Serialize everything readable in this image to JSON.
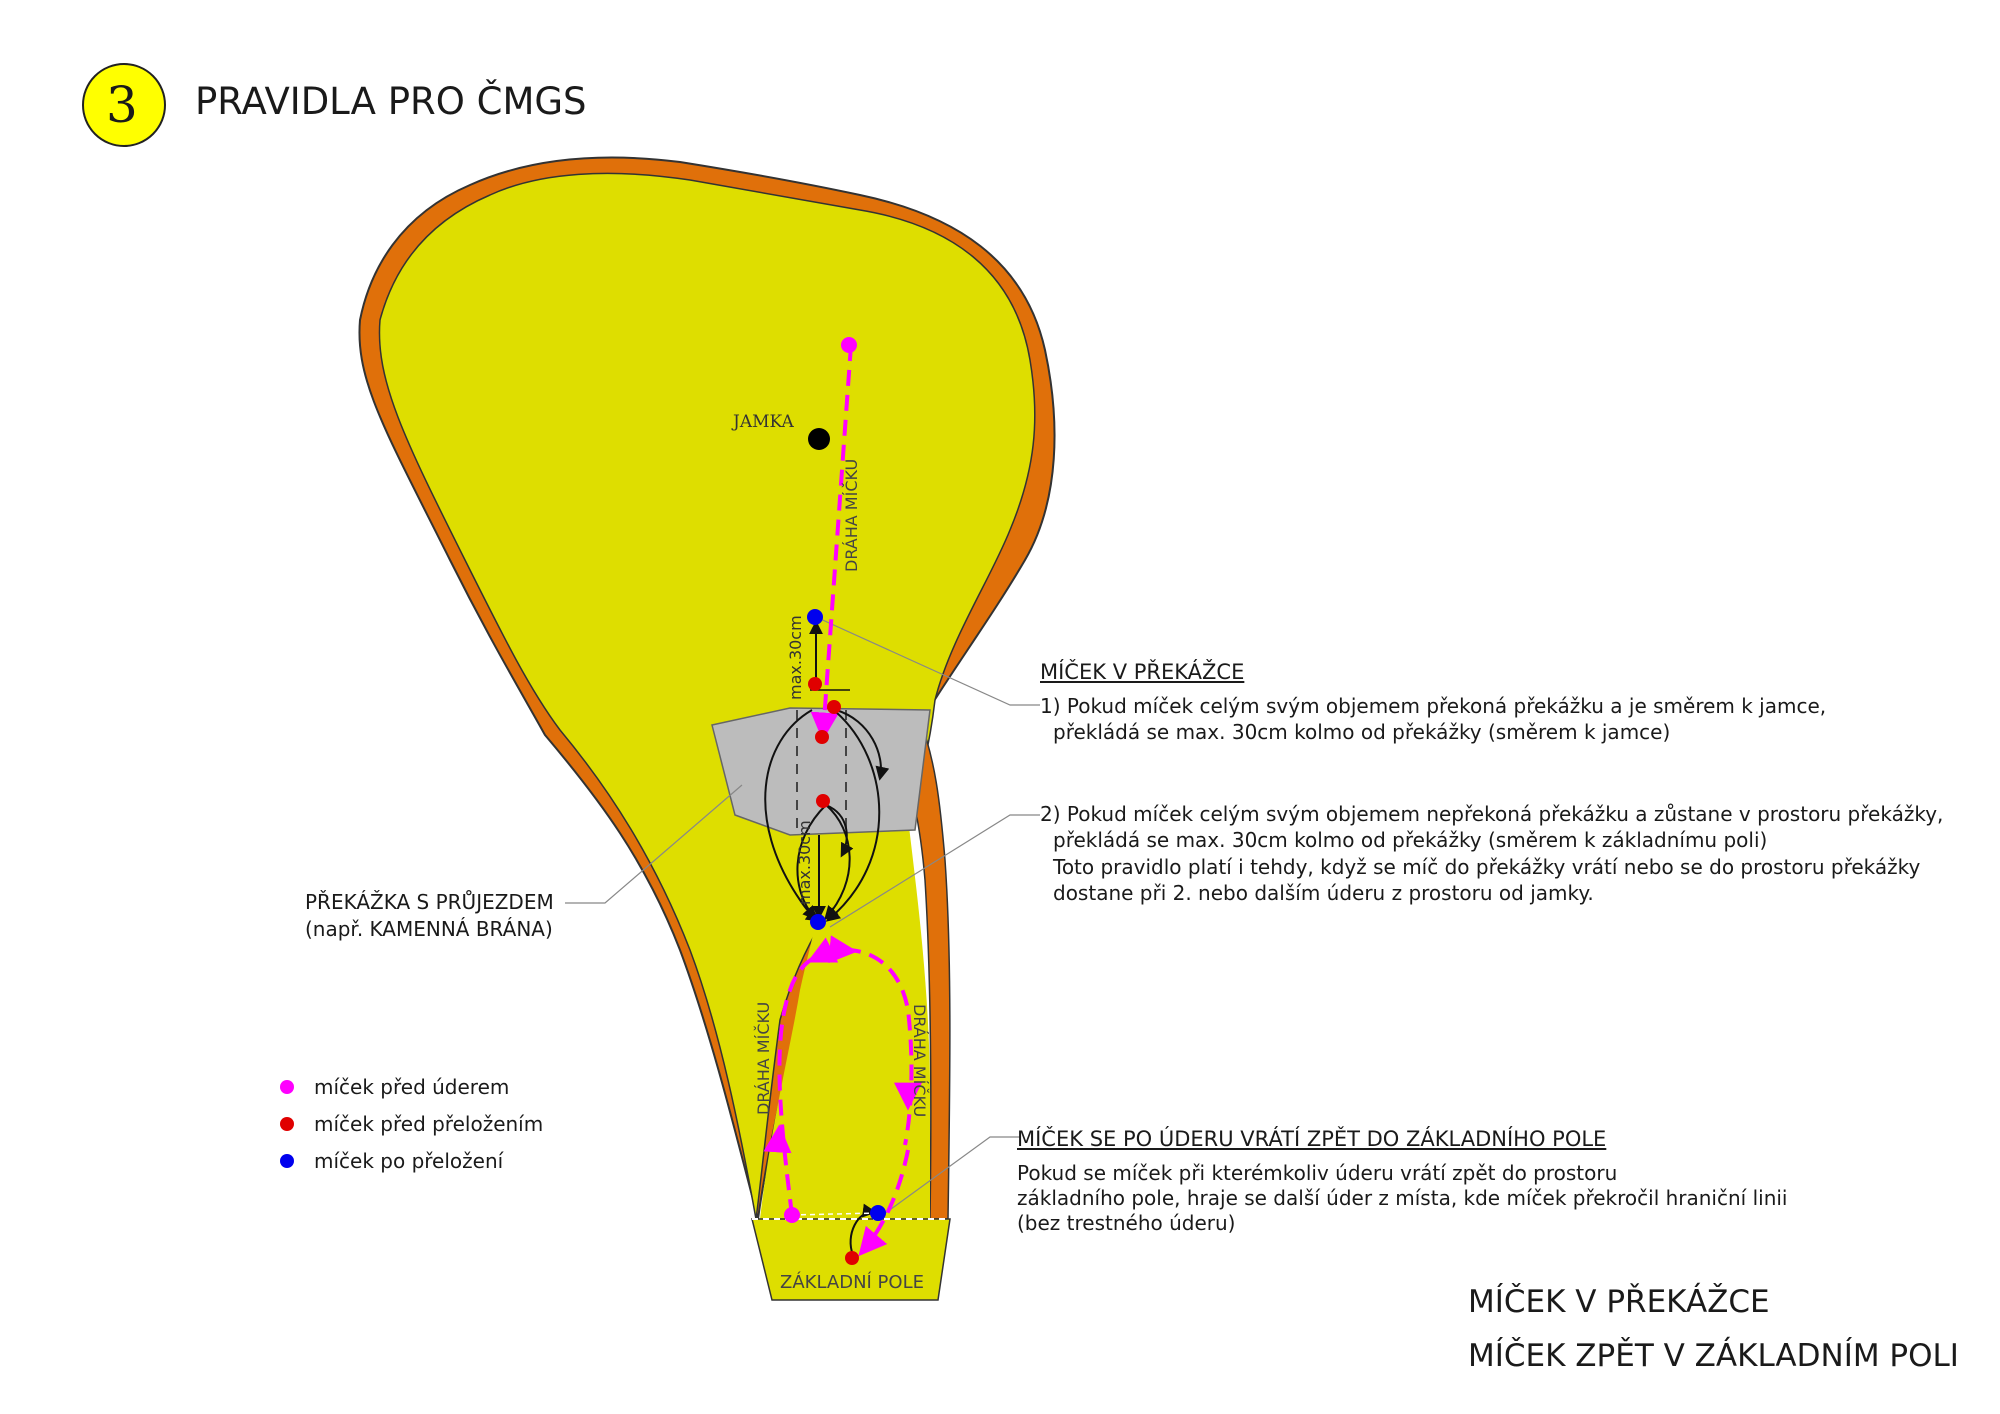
{
  "header": {
    "badge_number": "3",
    "title": "PRAVIDLA PRO ČMGS"
  },
  "course": {
    "hole_label": "JAMKA",
    "path_label": "DRÁHA MÍČKU",
    "max_label": "max.30cm",
    "base_label": "ZÁKLADNÍ POLE"
  },
  "obstacle": {
    "lines": [
      "PŘEKÁŽKA S PRŮJEZDEM",
      "(např. KAMENNÁ BRÁNA)"
    ]
  },
  "rule_obstacle": {
    "title": "MÍČEK V PŘEKÁŽCE",
    "rule1": [
      "1) Pokud míček celým svým objemem překoná překážku a je směrem k jamce,",
      "překládá se max. 30cm kolmo od překážky (směrem k jamce)"
    ],
    "rule2": [
      "2) Pokud míček celým svým objemem nepřekoná překážku a zůstane v prostoru překážky,",
      "překládá se max. 30cm kolmo od překážky (směrem k základnímu poli)",
      "Toto pravidlo platí i tehdy, když se míč do překážky vrátí nebo se do prostoru překážky",
      "dostane při 2. nebo dalším úderu z prostoru od jamky."
    ]
  },
  "rule_base": {
    "title": "MÍČEK SE PO ÚDERU VRÁTÍ ZPĚT DO ZÁKLADNÍHO POLE",
    "lines": [
      "Pokud se míček při kterémkoliv úderu vrátí zpět do prostoru",
      "základního pole, hraje se další úder z místa, kde míček překročil hraniční linii",
      "(bez trestného úderu)"
    ]
  },
  "legend": [
    {
      "label": "míček před úderem",
      "color": "#ff00ff"
    },
    {
      "label": "míček před přeložením",
      "color": "#e00000"
    },
    {
      "label": "míček po přeložení",
      "color": "#0000ee"
    }
  ],
  "bottom_titles": [
    "MÍČEK V PŘEKÁŽCE",
    "MÍČEK ZPĚT V ZÁKLADNÍM POLI"
  ],
  "colors": {
    "fairway": "#dede00",
    "border": "#e0700a",
    "obstacle": "#bcbcbc",
    "badge": "#ffff00",
    "path": "#ff00ff",
    "ball_before_move": "#e00000",
    "ball_after_move": "#0000ee",
    "hole": "#000000"
  }
}
